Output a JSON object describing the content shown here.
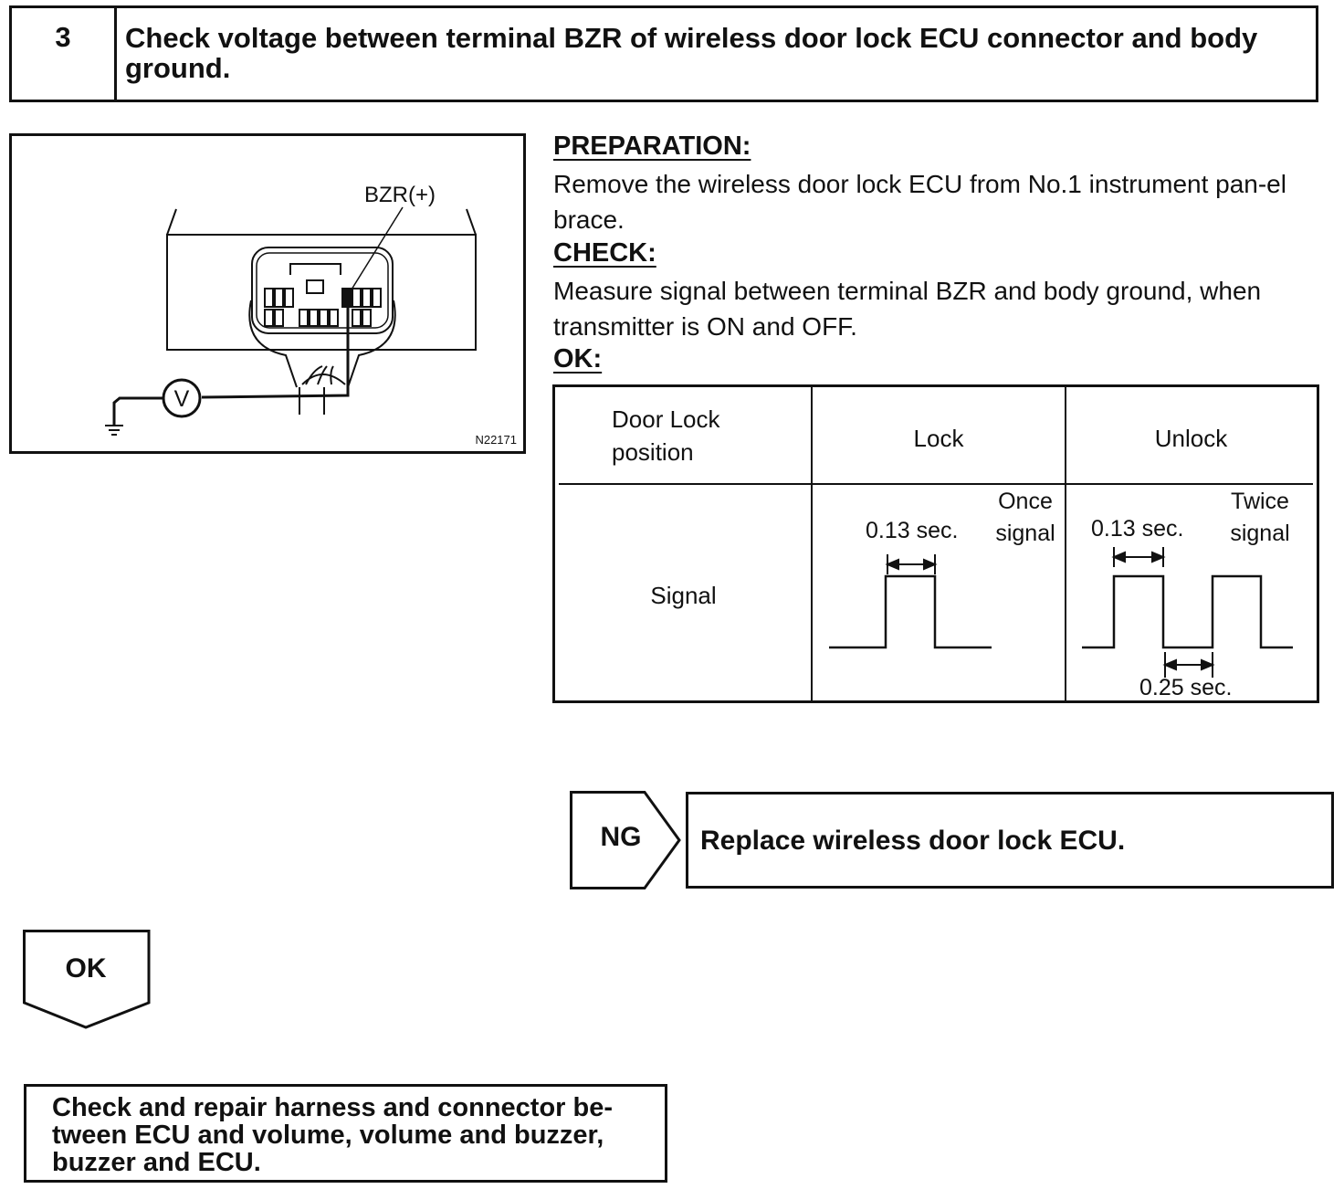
{
  "step": {
    "number": "3",
    "title": "Check voltage between terminal BZR of wireless door lock ECU connector and body ground."
  },
  "illustration": {
    "terminal_label": "BZR(+)",
    "meter_symbol": "V",
    "figure_code": "N22171"
  },
  "preparation": {
    "heading": "PREPARATION:",
    "text": "Remove the wireless door lock ECU from No.1 instrument pan-el brace."
  },
  "check": {
    "heading": "CHECK:",
    "text": "Measure signal between terminal BZR and body ground, when transmitter is ON and OFF."
  },
  "ok_spec": {
    "heading": "OK:",
    "table": {
      "row_header_1": "Door Lock position",
      "col_lock": "Lock",
      "col_unlock": "Unlock",
      "row_header_2": "Signal",
      "lock_pulse_width": "0.13 sec.",
      "lock_signal_count": "Once signal",
      "unlock_pulse_width": "0.13 sec.",
      "unlock_signal_count": "Twice signal",
      "unlock_gap": "0.25 sec."
    }
  },
  "ng": {
    "label": "NG",
    "action": "Replace wireless door lock ECU."
  },
  "ok": {
    "label": "OK",
    "action": "Check and repair harness and connector be-tween ECU and volume, volume and buzzer, buzzer and ECU."
  }
}
